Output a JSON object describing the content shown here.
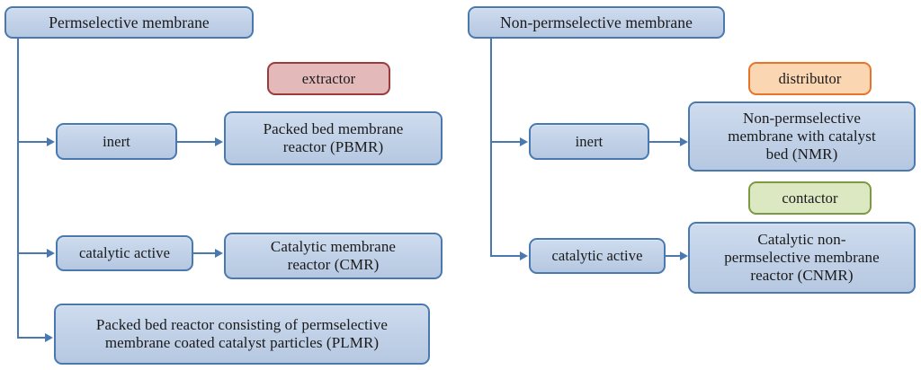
{
  "diagram": {
    "title_left": "Permselective membrane",
    "title_right": "Non-permselective membrane",
    "branches": {
      "left": {
        "root": "Permselective membrane",
        "nodes": [
          {
            "label": "inert",
            "leaf": "Packed bed membrane reactor (PBMR)",
            "tag": "extractor",
            "tag_color": "#9c3b3b"
          },
          {
            "label": "catalytic active",
            "leaf": "Catalytic membrane reactor (CMR)",
            "tag": "",
            "tag_color": ""
          }
        ],
        "direct_leaf": "Packed bed reactor consisting of permselective membrane coated catalyst particles (PLMR)"
      },
      "right": {
        "root": "Non-permselective membrane",
        "nodes": [
          {
            "label": "inert",
            "leaf": "Non-permselective membrane with catalyst bed (NMR)",
            "tag": "distributor",
            "tag_color": "#e8742a"
          },
          {
            "label": "catalytic active",
            "leaf": "Catalytic non-permselective membrane reactor (CNMR)",
            "tag": "contactor",
            "tag_color": "#7c9b40"
          }
        ]
      }
    },
    "text": {
      "left_root": "Permselective membrane",
      "left_inert": "inert",
      "left_catalytic": "catalytic active",
      "extractor_tag": "extractor",
      "pbmr_line1": "Packed bed membrane",
      "pbmr_line2": "reactor (PBMR)",
      "cmr_line1": "Catalytic membrane",
      "cmr_line2": "reactor (CMR)",
      "plmr_line1": "Packed bed reactor consisting of permselective",
      "plmr_line2": "membrane coated catalyst particles (PLMR)",
      "right_root": "Non-permselective membrane",
      "right_inert": "inert",
      "right_catalytic": "catalytic active",
      "distributor_tag": "distributor",
      "contactor_tag": "contactor",
      "nmr_line1": "Non-permselective",
      "nmr_line2": "membrane with catalyst",
      "nmr_line3": "bed (NMR)",
      "cnmr_line1": "Catalytic non-",
      "cnmr_line2": "permselective membrane",
      "cnmr_line3": "reactor (CNMR)"
    },
    "colors": {
      "box_fill_blue": "#c2d2e8",
      "box_border_blue": "#4a79b0",
      "connector": "#4a79b0",
      "extractor_fill": "#e3b9b9",
      "extractor_border": "#9c3b3b",
      "distributor_fill": "#fbd6b2",
      "distributor_border": "#e8742a",
      "contactor_fill": "#dce8c2",
      "contactor_border": "#7c9b40",
      "background": "#ffffff"
    }
  }
}
